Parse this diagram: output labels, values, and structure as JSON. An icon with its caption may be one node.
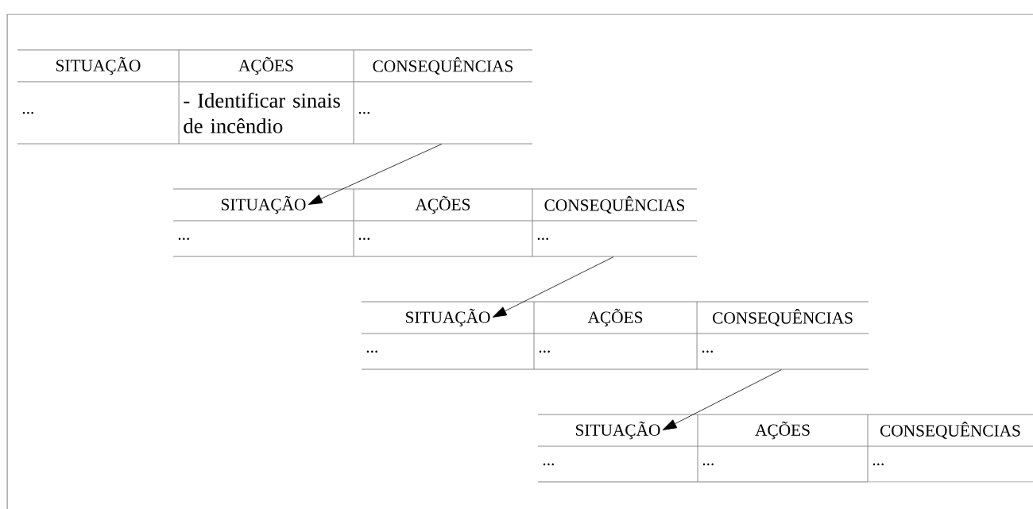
{
  "diagram": {
    "nodes": [
      {
        "text": [
          "SITUAÇÃO"
        ]
      },
      {
        "text": [
          "AÇÕES"
        ]
      },
      {
        "text": [
          "CONSEQUÊNCIAS"
        ]
      },
      {
        "text": [
          "..."
        ]
      },
      {
        "text": [
          "- Identificar sinais de incêndio"
        ]
      },
      {
        "text": [
          "..."
        ]
      },
      {
        "text": [
          "SITUAÇÃO"
        ]
      },
      {
        "text": [
          "AÇÕES"
        ]
      },
      {
        "text": [
          "CONSEQUÊNCIAS"
        ]
      },
      {
        "text": [
          "..."
        ]
      },
      {
        "text": [
          "..."
        ]
      },
      {
        "text": [
          "..."
        ]
      },
      {
        "text": [
          "SITUAÇÃO"
        ]
      },
      {
        "text": [
          "AÇÕES"
        ]
      },
      {
        "text": [
          "CONSEQUÊNCIAS"
        ]
      },
      {
        "text": [
          "..."
        ]
      },
      {
        "text": [
          "..."
        ]
      },
      {
        "text": [
          "..."
        ]
      },
      {
        "text": [
          "SITUAÇÃO"
        ]
      },
      {
        "text": [
          "AÇÕES"
        ]
      },
      {
        "text": [
          "CONSEQUÊNCIAS"
        ]
      },
      {
        "text": [
          "..."
        ]
      },
      {
        "text": [
          "..."
        ]
      },
      {
        "text": [
          "..."
        ]
      }
    ],
    "edges": [
      {
        "from": 5,
        "to": 6,
        "arrow": "to"
      },
      {
        "from": 11,
        "to": 12,
        "arrow": "to"
      },
      {
        "from": 17,
        "to": 18,
        "arrow": "to"
      }
    ]
  }
}
